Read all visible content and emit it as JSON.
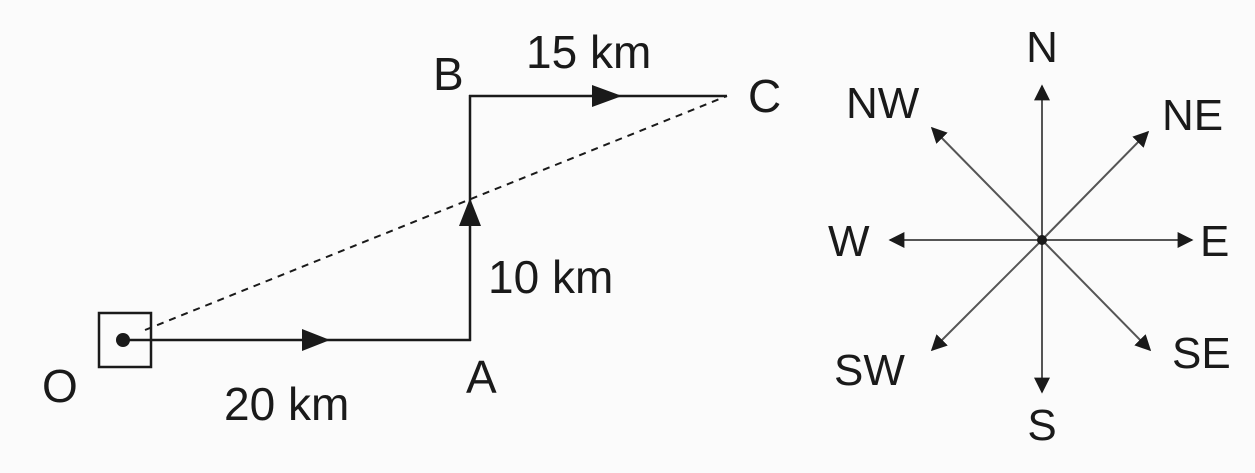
{
  "path": {
    "points": {
      "O": "O",
      "A": "A",
      "B": "B",
      "C": "C"
    },
    "segments": {
      "OA": "20 km",
      "AB": "10 km",
      "BC": "15 km"
    }
  },
  "compass": {
    "N": "N",
    "NE": "NE",
    "E": "E",
    "SE": "SE",
    "S": "S",
    "SW": "SW",
    "W": "W",
    "NW": "NW"
  }
}
